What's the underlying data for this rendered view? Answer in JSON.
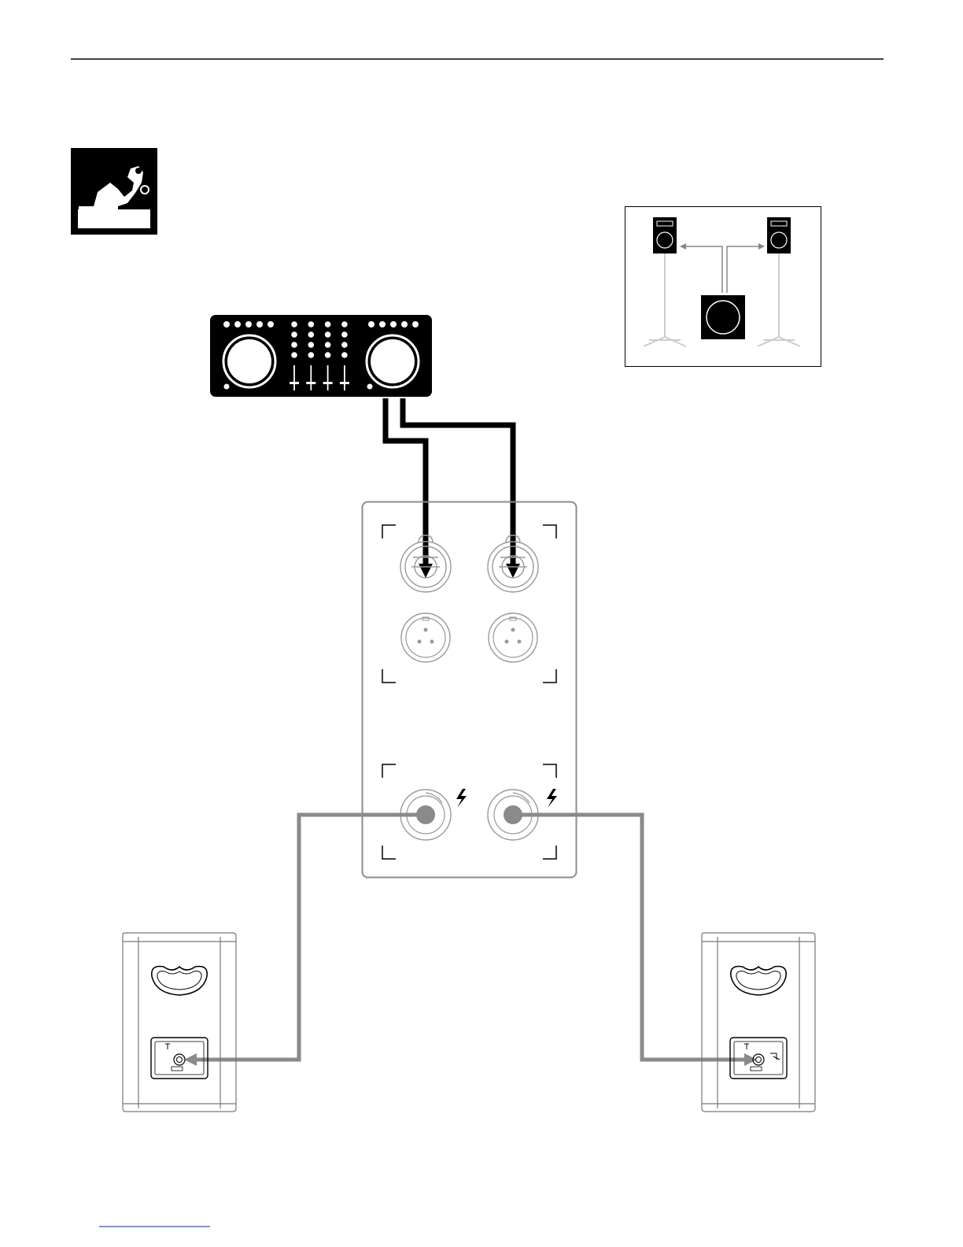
{
  "colors": {
    "ink": "#000000",
    "paper": "#ffffff",
    "speaker_cable": "#8a8a8a",
    "panel_outline": "#8c8c8c",
    "connector_outline": "#999999",
    "stand": "#cccccc",
    "footer_link": "#2f4fd0"
  },
  "icons": {
    "dj_performer": "dj-performer-icon",
    "setup_thumbnail": "setup-diagram-thumbnail",
    "controller": "dj-controller",
    "combo_input": "xlr-trs-combo-jack",
    "xlr_output": "xlr-output-jack",
    "speaker_output": "speakon-output-jack",
    "high_voltage": "high-voltage-icon",
    "passive_speaker": "passive-speaker-rear"
  },
  "diagram": {
    "controller_top_buttons_per_side": 5,
    "mixer_button_rows": 3,
    "mixer_fader_count": 4,
    "signal_cables": 2,
    "speaker_cables": 2
  }
}
